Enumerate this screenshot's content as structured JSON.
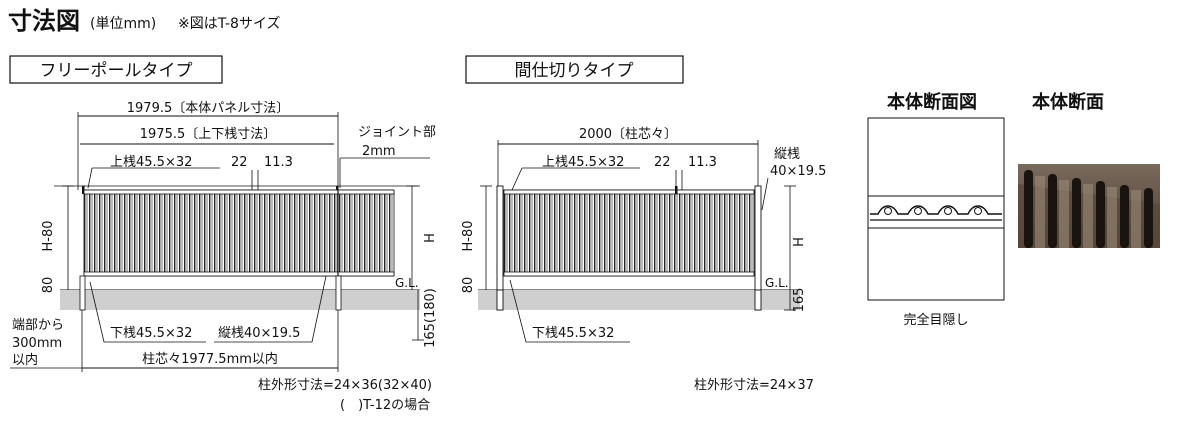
{
  "header": {
    "title": "寸法図",
    "unit": "(単位mm)",
    "note": "※図はT-8サイズ"
  },
  "free_pole": {
    "type_label": "フリーポールタイプ",
    "dim_panel": "1979.5〔本体パネル寸法〕",
    "dim_rail": "1975.5〔上下桟寸法〕",
    "joint_label": "ジョイント部",
    "joint_value": "2mm",
    "upper_rail": "上桟45.5×32",
    "dim_22": "22",
    "dim_113": "11.3",
    "h80": "H-80",
    "h": "H",
    "v80": "80",
    "gl": "G.L.",
    "v165": "165(180)",
    "end_note": [
      "端部から",
      "300mm",
      "以内"
    ],
    "lower_rail": "下桟45.5×32",
    "vertical_bar": "縦桟40×19.5",
    "post_pitch": "柱芯々1977.5mm以内",
    "post_size": "柱外形寸法=24×36(32×40)",
    "post_note": "(　)T-12の場合"
  },
  "partition": {
    "type_label": "間仕切りタイプ",
    "dim_pitch": "2000〔柱芯々〕",
    "upper_rail": "上桟45.5×32",
    "dim_22": "22",
    "dim_113": "11.3",
    "vertical_bar_a": "縦桟",
    "vertical_bar_b": "40×19.5",
    "h80": "H-80",
    "h": "H",
    "v80": "80",
    "gl": "G.L.",
    "v165": "165",
    "lower_rail": "下桟45.5×32",
    "post_size": "柱外形寸法=24×37"
  },
  "section": {
    "title": "本体断面図",
    "caption": "完全目隠し"
  },
  "photo": {
    "title": "本体断面"
  }
}
